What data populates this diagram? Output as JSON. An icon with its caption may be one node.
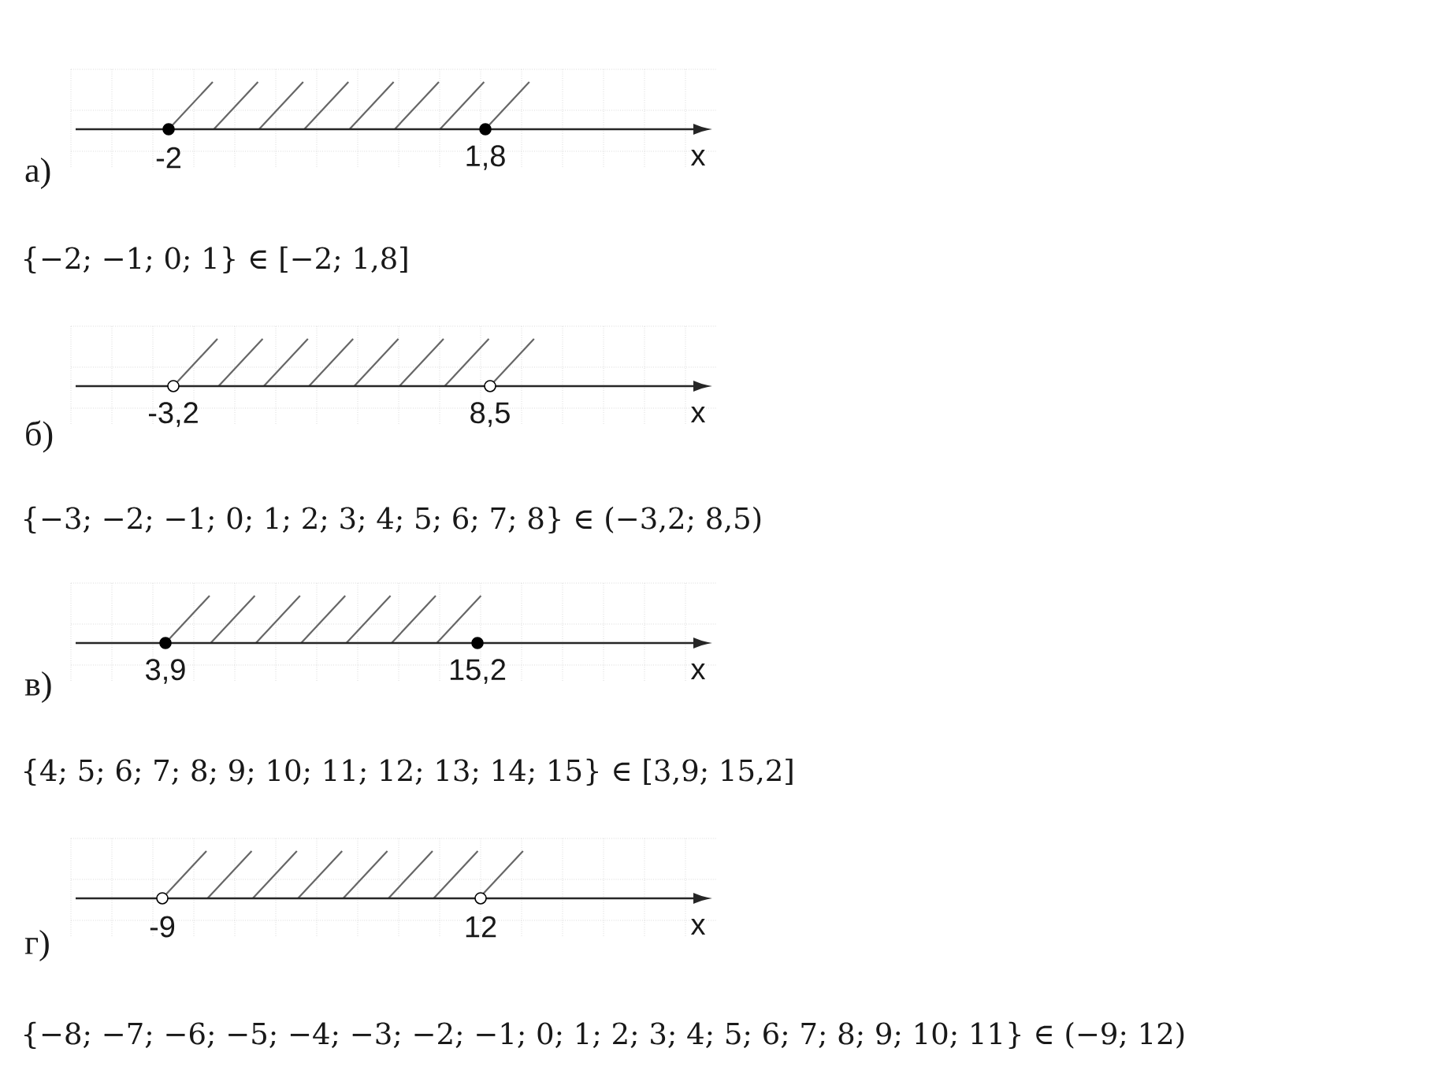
{
  "diagram": {
    "labels": [
      "-2",
      "1,8",
      "x",
      "а)",
      "{−2; −1; 0; 1} ∈ [−2; 1,8]",
      "-3,2",
      "8,5",
      "x",
      "б)",
      "{−3; −2; −1; 0; 1; 2; 3; 4; 5; 6; 7; 8} ∈ (−3,2; 8,5)",
      "3,9",
      "15,2",
      "x",
      "в)",
      "{4; 5; 6; 7; 8; 9; 10; 11; 12; 13; 14; 15} ∈ [3,9; 15,2]",
      "-9",
      "12",
      "x",
      "г)",
      "{−8; −7; −6; −5; −4; −3; −2; −1; 0; 1; 2; 3; 4; 5; 6; 7; 8; 9; 10; 11} ∈ (−9; 12)"
    ]
  }
}
